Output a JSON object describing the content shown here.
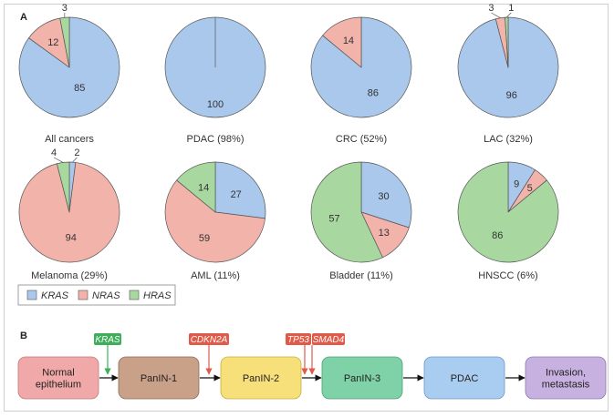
{
  "panels": {
    "a": "A",
    "b": "B"
  },
  "colors": {
    "KRAS": "#a9c8ec",
    "NRAS": "#f2b3aa",
    "HRAS": "#a8d8a0",
    "stroke": "#555555",
    "gene_green": "#3fae5a",
    "gene_red": "#e05a4a"
  },
  "legend": {
    "items": [
      "KRAS",
      "NRAS",
      "HRAS"
    ]
  },
  "chart_data": [
    {
      "type": "pie",
      "caption": "All cancers",
      "slices": [
        {
          "name": "KRAS",
          "value": 85
        },
        {
          "name": "NRAS",
          "value": 12
        },
        {
          "name": "HRAS",
          "value": 3
        }
      ],
      "labels": [
        "85",
        "12",
        "3"
      ]
    },
    {
      "type": "pie",
      "caption": "PDAC (98%)",
      "slices": [
        {
          "name": "KRAS",
          "value": 100
        },
        {
          "name": "NRAS",
          "value": 0
        },
        {
          "name": "HRAS",
          "value": 0
        }
      ],
      "labels": [
        "100",
        "",
        ""
      ]
    },
    {
      "type": "pie",
      "caption": "CRC (52%)",
      "slices": [
        {
          "name": "KRAS",
          "value": 86
        },
        {
          "name": "NRAS",
          "value": 14
        },
        {
          "name": "HRAS",
          "value": 0
        }
      ],
      "labels": [
        "86",
        "14",
        ""
      ]
    },
    {
      "type": "pie",
      "caption": "LAC (32%)",
      "slices": [
        {
          "name": "KRAS",
          "value": 96
        },
        {
          "name": "NRAS",
          "value": 3
        },
        {
          "name": "HRAS",
          "value": 1
        }
      ],
      "labels": [
        "96",
        "3",
        "1"
      ]
    },
    {
      "type": "pie",
      "caption": "Melanoma (29%)",
      "slices": [
        {
          "name": "KRAS",
          "value": 2
        },
        {
          "name": "NRAS",
          "value": 94
        },
        {
          "name": "HRAS",
          "value": 4
        }
      ],
      "labels": [
        "2",
        "94",
        "4"
      ]
    },
    {
      "type": "pie",
      "caption": "AML (11%)",
      "slices": [
        {
          "name": "KRAS",
          "value": 27
        },
        {
          "name": "NRAS",
          "value": 59
        },
        {
          "name": "HRAS",
          "value": 14
        }
      ],
      "labels": [
        "27",
        "59",
        "14"
      ]
    },
    {
      "type": "pie",
      "caption": "Bladder (11%)",
      "slices": [
        {
          "name": "KRAS",
          "value": 30
        },
        {
          "name": "NRAS",
          "value": 13
        },
        {
          "name": "HRAS",
          "value": 57
        }
      ],
      "labels": [
        "30",
        "13",
        "57"
      ]
    },
    {
      "type": "pie",
      "caption": "HNSCC (6%)",
      "slices": [
        {
          "name": "KRAS",
          "value": 9
        },
        {
          "name": "NRAS",
          "value": 5
        },
        {
          "name": "HRAS",
          "value": 86
        }
      ],
      "labels": [
        "9",
        "5",
        "86"
      ]
    }
  ],
  "progression": {
    "stages": [
      {
        "label": "Normal\nepithelium",
        "color": "#f0a8a8",
        "border": "#c07a7a"
      },
      {
        "label": "PanIN-1",
        "color": "#c9a088",
        "border": "#8f6a55"
      },
      {
        "label": "PanIN-2",
        "color": "#f7e07a",
        "border": "#c8ae3e"
      },
      {
        "label": "PanIN-3",
        "color": "#7fd2a8",
        "border": "#4c9f76"
      },
      {
        "label": "PDAC",
        "color": "#a9cdf0",
        "border": "#6d98c4"
      },
      {
        "label": "Invasion,\nmetastasis",
        "color": "#c7b1e0",
        "border": "#9079ad"
      }
    ],
    "genes": [
      {
        "label": "KRAS",
        "color": "#3fae5a",
        "arrow_color": "#3fae5a"
      },
      {
        "label": "CDKN2A",
        "color": "#e05a4a",
        "arrow_color": "#e05a4a"
      },
      {
        "label": "TP53",
        "color": "#e05a4a",
        "arrow_color": "#e05a4a"
      },
      {
        "label": "SMAD4",
        "color": "#e05a4a",
        "arrow_color": "#e05a4a"
      }
    ]
  }
}
